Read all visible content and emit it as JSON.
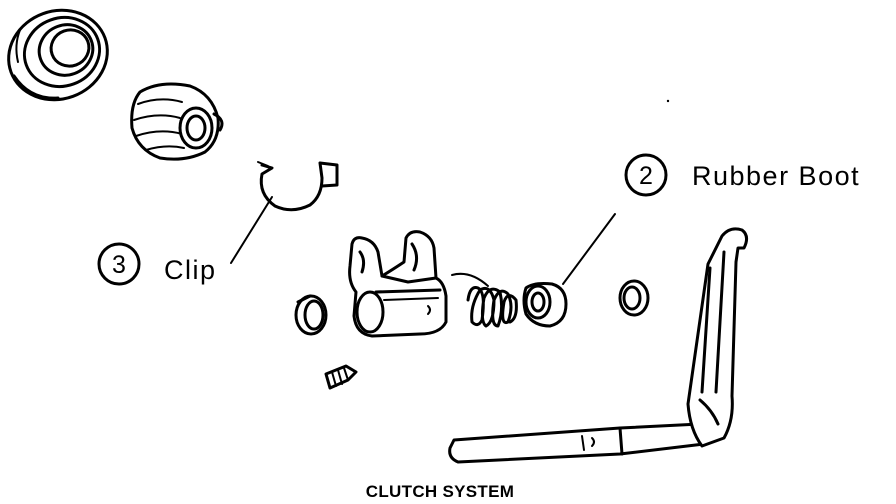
{
  "diagram": {
    "caption": "CLUTCH SYSTEM",
    "callouts": [
      {
        "number": "2",
        "label": "Rubber Boot"
      },
      {
        "number": "3",
        "label": "Clip"
      }
    ]
  }
}
